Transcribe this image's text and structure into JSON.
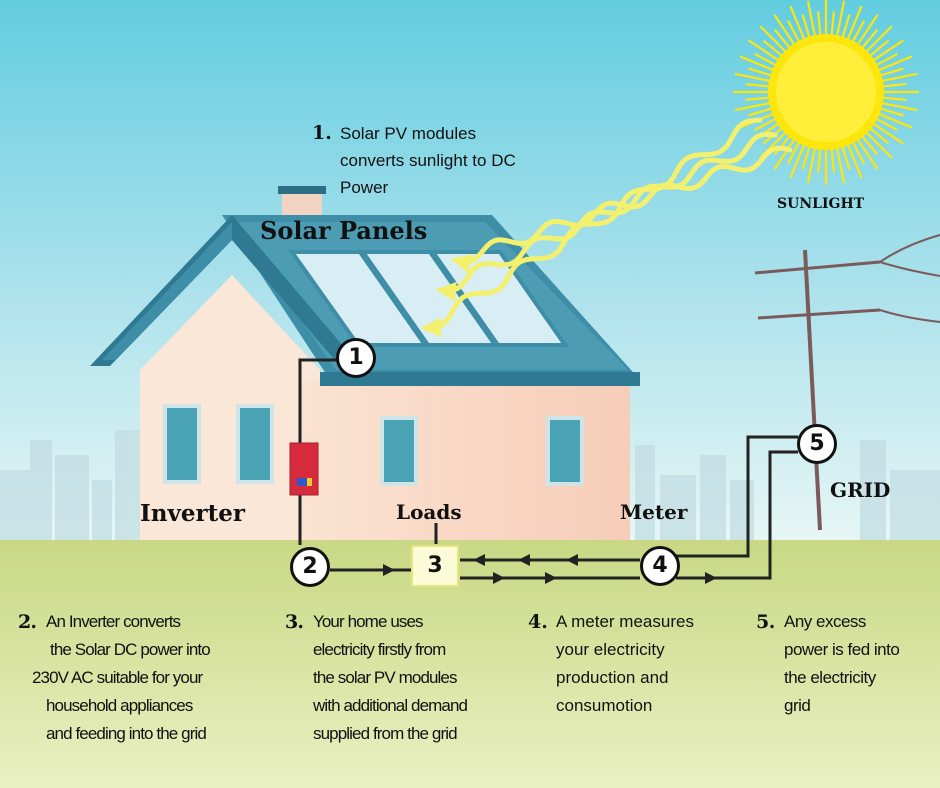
{
  "labels": {
    "sunlight": "SUNLIGHT",
    "solar_panels": "Solar Panels",
    "inverter": "Inverter",
    "loads": "Loads",
    "meter": "Meter",
    "grid": "GRID"
  },
  "markers": {
    "m1": "1",
    "m2": "2",
    "m3": "3",
    "m4": "4",
    "m5": "5"
  },
  "steps": [
    {
      "num": "1.",
      "lines": [
        "Solar  PV  modules",
        "converts  sunlight to DC",
        "Power"
      ]
    },
    {
      "num": "2.",
      "lines": [
        "An Inverter converts",
        "the Solar DC power into",
        "230V AC suitable for your",
        "household appliances",
        "and feeding into the grid"
      ]
    },
    {
      "num": "3.",
      "lines": [
        "Your home uses",
        "electricity firstly from",
        "the solar PV modules",
        "with additional demand",
        "supplied from the grid"
      ]
    },
    {
      "num": "4.",
      "lines": [
        "A meter measures",
        "your electricity",
        "production and",
        "consumotion"
      ]
    },
    {
      "num": "5.",
      "lines": [
        "Any excess",
        "power is fed into",
        "the electricity",
        "grid"
      ]
    }
  ],
  "colors": {
    "sky_top": "#62cde0",
    "sky_bottom": "#cdeef0",
    "ground": "#cbd98a",
    "roof": "#3d8ea6",
    "wall": "#f9d8c6",
    "window": "#4aa3b4",
    "sun": "#fde60c",
    "wave": "#f3f06e",
    "inverter": "#d62b3c",
    "wire": "#222222"
  }
}
